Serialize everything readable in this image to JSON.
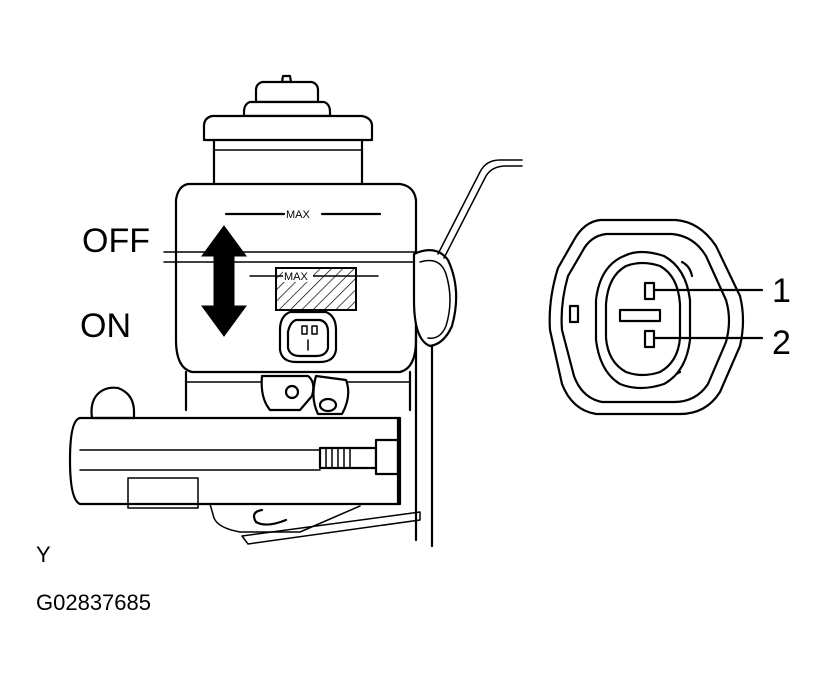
{
  "labels": {
    "off": "OFF",
    "on": "ON",
    "max_upper": "MAX",
    "max_lower": "MAX",
    "pin_1": "1",
    "pin_2": "2",
    "view": "Y",
    "figure_code": "G02837685"
  },
  "icons": {
    "switch_direction": "double-arrow-vertical-icon",
    "reservoir": "brake-fluid-reservoir-icon",
    "connector": "two-pin-connector-icon"
  },
  "colors": {
    "line": "#000000",
    "background": "#ffffff"
  }
}
